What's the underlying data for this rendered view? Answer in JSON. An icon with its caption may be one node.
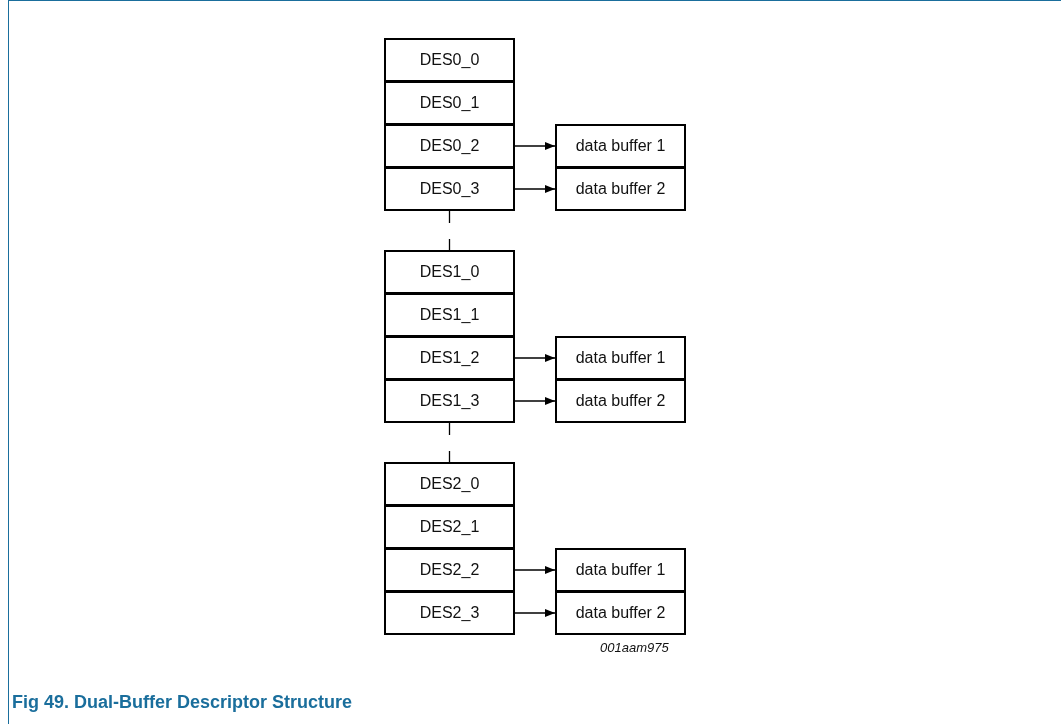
{
  "diagram": {
    "caption": "Fig 49. Dual-Buffer Descriptor Structure",
    "nodes": [
      {
        "text": [
          "DES0_0"
        ]
      },
      {
        "text": [
          "DES0_1"
        ]
      },
      {
        "text": [
          "DES0_2"
        ]
      },
      {
        "text": [
          "DES0_3"
        ]
      },
      {
        "text": [
          "data buffer 1"
        ]
      },
      {
        "text": [
          "data buffer 2"
        ]
      },
      {
        "text": [
          "DES1_0"
        ]
      },
      {
        "text": [
          "DES1_1"
        ]
      },
      {
        "text": [
          "DES1_2"
        ]
      },
      {
        "text": [
          "DES1_3"
        ]
      },
      {
        "text": [
          "data buffer 1"
        ]
      },
      {
        "text": [
          "data buffer 2"
        ]
      },
      {
        "text": [
          "DES2_0"
        ]
      },
      {
        "text": [
          "DES2_1"
        ]
      },
      {
        "text": [
          "DES2_2"
        ]
      },
      {
        "text": [
          "DES2_3"
        ]
      },
      {
        "text": [
          "data buffer 1"
        ]
      },
      {
        "text": [
          "data buffer 2"
        ]
      }
    ],
    "edges": [
      {
        "from": 2,
        "to": 4,
        "arrow": "to"
      },
      {
        "from": 3,
        "to": 5,
        "arrow": "to"
      },
      {
        "from": 3,
        "to": 6,
        "arrow": "none",
        "style": "dashed"
      },
      {
        "from": 8,
        "to": 10,
        "arrow": "to"
      },
      {
        "from": 9,
        "to": 11,
        "arrow": "to"
      },
      {
        "from": 9,
        "to": 12,
        "arrow": "none",
        "style": "dashed"
      },
      {
        "from": 14,
        "to": 16,
        "arrow": "to"
      },
      {
        "from": 15,
        "to": 17,
        "arrow": "to"
      }
    ],
    "labels": [
      "001aam975"
    ]
  }
}
